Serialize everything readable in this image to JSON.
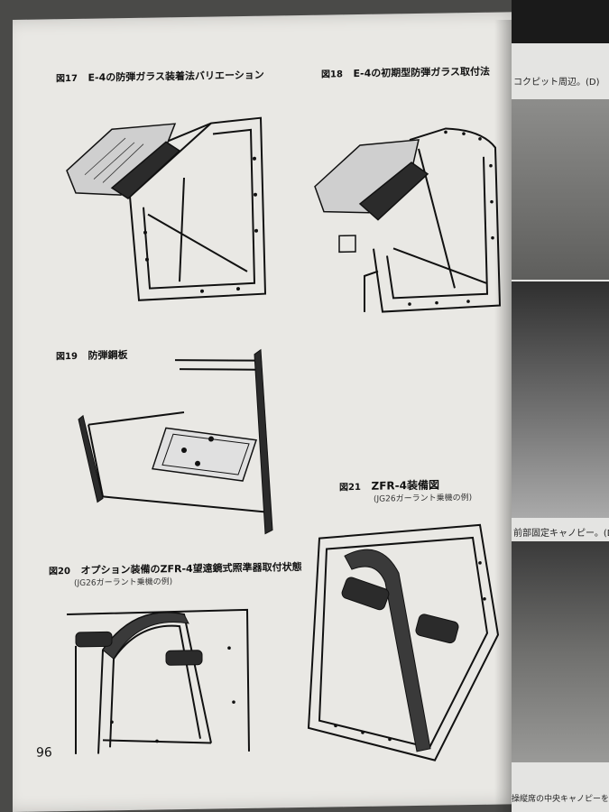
{
  "left_page": {
    "page_number": "96",
    "figures": [
      {
        "id": "fig17",
        "number": "図17",
        "title": "E-4の防弾ガラス装着法バリエーション",
        "subtitle": ""
      },
      {
        "id": "fig18",
        "number": "図18",
        "title": "E-4の初期型防弾ガラス取付法",
        "subtitle": ""
      },
      {
        "id": "fig19",
        "number": "図19",
        "title": "防弾鋼板",
        "subtitle": ""
      },
      {
        "id": "fig20",
        "number": "図20",
        "title": "オプション装備のZFR-4望遠鏡式照準器取付状態",
        "subtitle": "(JG26ガーラント乗機の例)"
      },
      {
        "id": "fig21",
        "number": "図21",
        "title": "ZFR-4装備図",
        "subtitle": "(JG26ガーラント乗機の例)"
      }
    ]
  },
  "right_page": {
    "captions": [
      {
        "id": "cap1",
        "text": "コクピット周辺。(D)"
      },
      {
        "id": "cap2",
        "text": "前部固定キャノピー。(D)"
      },
      {
        "id": "cap3",
        "text": "操縦席の中央キャノピーを右"
      }
    ]
  }
}
